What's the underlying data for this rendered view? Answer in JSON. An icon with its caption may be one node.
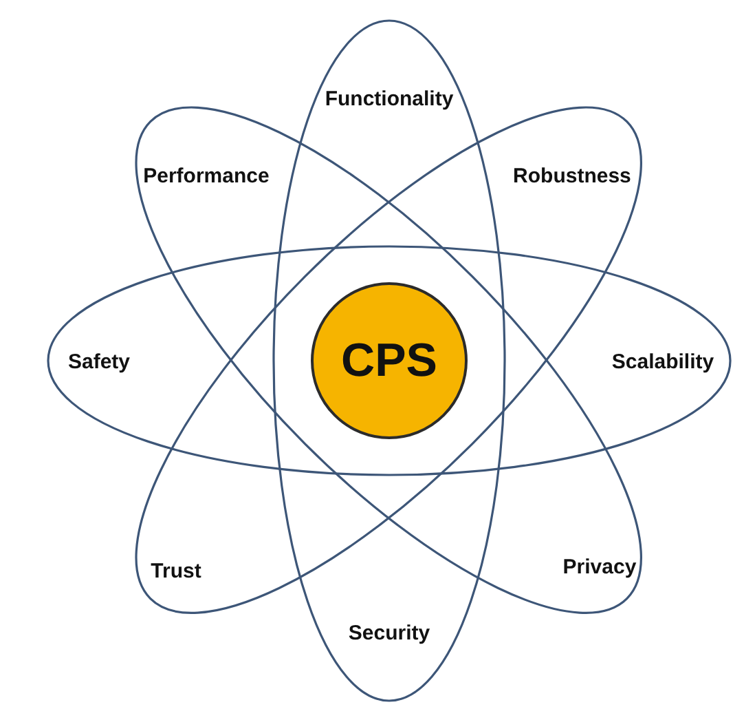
{
  "diagram": {
    "nodes": [
      {
        "text": [
          "Functionality",
          "Security"
        ]
      },
      {
        "text": [
          "Safety",
          "Scalability"
        ]
      },
      {
        "text": [
          "Performance",
          "Privacy"
        ]
      },
      {
        "text": [
          "Robustness",
          "Trust"
        ]
      },
      {
        "text": [
          "CPS"
        ]
      }
    ]
  }
}
